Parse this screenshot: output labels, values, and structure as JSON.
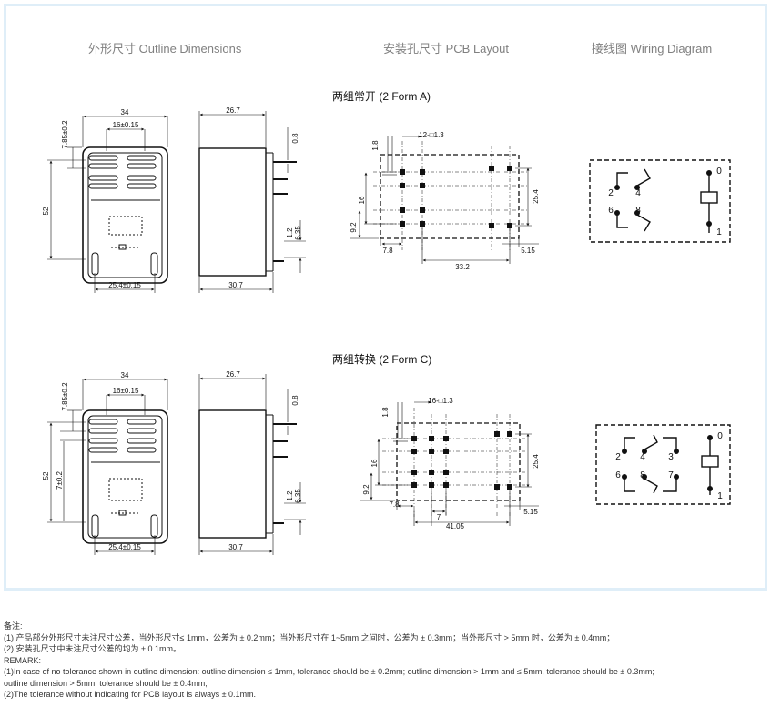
{
  "headers": {
    "outline": "外形尺寸 Outline Dimensions",
    "pcb": "安装孔尺寸 PCB Layout",
    "wiring": "接线图 Wiring Diagram"
  },
  "sections": [
    {
      "title": "两组常开 (2 Form A)",
      "dims": {
        "w_top": "34",
        "w_inner": "16±0.15",
        "side_top": "7.85±0.2",
        "height": "52",
        "bottom": "25.4±0.15",
        "depth": "26.7",
        "thick": "0.8",
        "d1": "1.2",
        "d2": "6.35",
        "sidew": "30.7"
      },
      "pcb": {
        "holes": "12-□1.3",
        "hole_size": "1.8",
        "r16": "16",
        "r92": "9.2",
        "b78": "7.8",
        "b7": "",
        "b_total": "33.2",
        "b515": "5.15",
        "r254": "25.4"
      },
      "wiring": {
        "pins": [
          "2",
          "4",
          "6",
          "8"
        ],
        "coil": [
          "0",
          "1"
        ]
      }
    },
    {
      "title": "两组转换 (2 Form C)",
      "dims": {
        "w_top": "34",
        "w_inner": "16±0.15",
        "side_top": "7.85±0.2",
        "height": "52",
        "side_mid": "7±0.2",
        "bottom": "25.4±0.15",
        "depth": "26.7",
        "thick": "0.8",
        "d1": "1.2",
        "d2": "6.35",
        "sidew": "30.7"
      },
      "pcb": {
        "holes": "16-□1.3",
        "hole_size": "1.8",
        "r16": "16",
        "r92": "9.2",
        "b78": "7.8",
        "b7": "7",
        "b_total": "41.05",
        "b515": "5.15",
        "r254": "25.4"
      },
      "wiring": {
        "pins": [
          "2",
          "4",
          "3",
          "6",
          "8",
          "7"
        ],
        "coil": [
          "0",
          "1"
        ]
      }
    }
  ],
  "notes": {
    "cn_title": "备注:",
    "cn1": "(1) 产品部分外形尺寸未注尺寸公差，当外形尺寸≤ 1mm，公差为 ± 0.2mm；当外形尺寸在 1~5mm 之间时，公差为 ± 0.3mm；当外形尺寸 > 5mm 时，公差为 ± 0.4mm；",
    "cn2": "(2) 安装孔尺寸中未注尺寸公差的均为 ± 0.1mm。",
    "en_title": "REMARK:",
    "en1": "(1)In case of no tolerance shown in outline dimension: outline dimension ≤ 1mm, tolerance should be ± 0.2mm; outline dimension > 1mm and ≤ 5mm, tolerance should be ± 0.3mm;",
    "en1b": "outline dimension > 5mm, tolerance should be ± 0.4mm;",
    "en2": "(2)The tolerance without indicating for PCB layout is always ± 0.1mm."
  }
}
